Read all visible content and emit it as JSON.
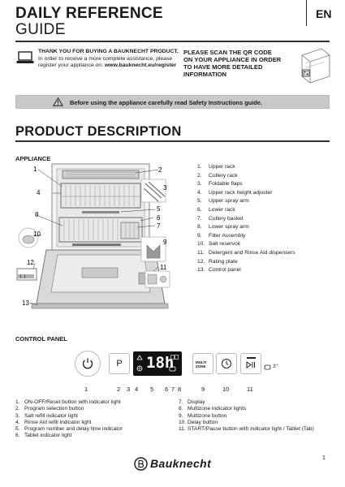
{
  "header": {
    "title_bold": "DAILY REFERENCE",
    "title_light": "GUIDE",
    "lang": "EN"
  },
  "thanks": {
    "line1": "THANK YOU FOR BUYING A BAUKNECHT PRODUCT.",
    "line2": "In order to receive a more complete  assistance,  please",
    "line3_prefix": "register your appliance on: ",
    "url": "www.bauknecht.eu/register"
  },
  "qr": {
    "line1": "PLEASE SCAN THE QR CODE",
    "line2": "ON YOUR APPLIANCE IN ORDER",
    "line3": "TO HAVE MORE DETAILED",
    "line4": "INFORMATION"
  },
  "safety_banner": "Before using the appliance carefully read Safety Instructions guide.",
  "section_title": "PRODUCT  DESCRIPTION",
  "appliance_heading": "APPLIANCE",
  "parts": [
    {
      "n": "1.",
      "label": "Upper rack"
    },
    {
      "n": "2.",
      "label": "Cutlery rack"
    },
    {
      "n": "3.",
      "label": "Foldable flaps"
    },
    {
      "n": "4.",
      "label": "Upper rack height adjuster"
    },
    {
      "n": "5.",
      "label": "Upper spray arm"
    },
    {
      "n": "6.",
      "label": "Lower  rack"
    },
    {
      "n": "7.",
      "label": "Cutlery basket"
    },
    {
      "n": "8.",
      "label": "Lower spray arm"
    },
    {
      "n": "9.",
      "label": "Filter Assembly"
    },
    {
      "n": "10.",
      "label": "Salt reservoir"
    },
    {
      "n": "11.",
      "label": "Detergent and Rinse Aid dispensers"
    },
    {
      "n": "12.",
      "label": "Rating plate"
    },
    {
      "n": "13.",
      "label": "Control panel"
    }
  ],
  "diagram_callouts": [
    "1",
    "2",
    "3",
    "4",
    "5",
    "6",
    "7",
    "8",
    "9",
    "10",
    "11",
    "12",
    "13"
  ],
  "control_panel_heading": "CONTROL PANEL",
  "panel": {
    "prog_button": "P",
    "display_digits": "18h",
    "multizone_line1": "MULTI",
    "multizone_line2": "ZONE",
    "start_suffix": "3\"",
    "labels": [
      "1",
      "2",
      "3",
      "4",
      "5",
      "6",
      "7",
      "8",
      "9",
      "10",
      "11"
    ]
  },
  "cp_items_left": [
    {
      "n": "1.",
      "label": "ON-OFF/Reset button with indicator light"
    },
    {
      "n": "2.",
      "label": "Program selection button"
    },
    {
      "n": "3.",
      "label": "Salt refill indicator light"
    },
    {
      "n": "4.",
      "label": "Rinse Aid refill indicator light"
    },
    {
      "n": "5.",
      "label": "Program number and delay time indicator"
    },
    {
      "n": "6.",
      "label": "Tablet indicator light"
    }
  ],
  "cp_items_right": [
    {
      "n": "7.",
      "label": "Display"
    },
    {
      "n": "8.",
      "label": "Multizone indicator lights"
    },
    {
      "n": "9.",
      "label": "Multizone button"
    },
    {
      "n": "10.",
      "label": "Delay button"
    },
    {
      "n": "11.",
      "label": "START/Pause button with indicator light / Tablet (Tab)"
    }
  ],
  "brand": "Bauknecht",
  "page_number": "1",
  "colors": {
    "banner_bg": "#c8c8c8",
    "display_bg": "#111111",
    "text": "#1a1a1a"
  }
}
